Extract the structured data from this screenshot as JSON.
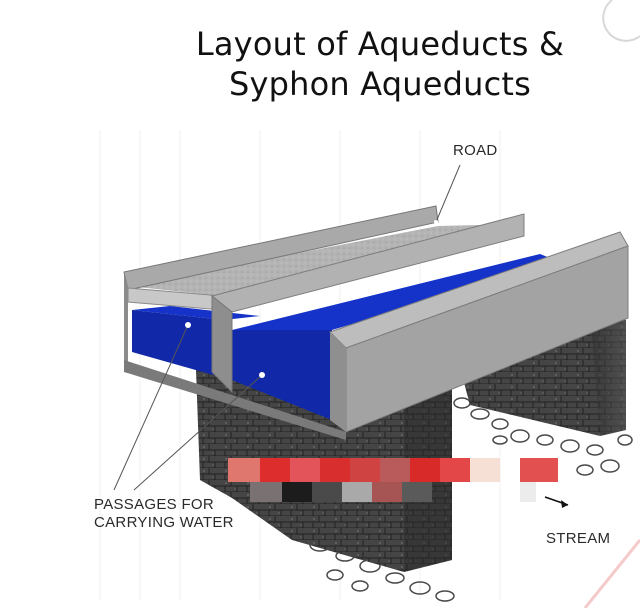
{
  "title": {
    "line1": "Layout of Aqueducts &",
    "line2": "Syphon Aqueducts"
  },
  "labels": {
    "road": "ROAD",
    "passages_line1": "PASSAGES FOR",
    "passages_line2": "CARRYING WATER",
    "stream": "STREAM"
  },
  "colors": {
    "water": "#1533c9",
    "concrete": "#9a9a9a",
    "pier": "#3a3a3a"
  }
}
